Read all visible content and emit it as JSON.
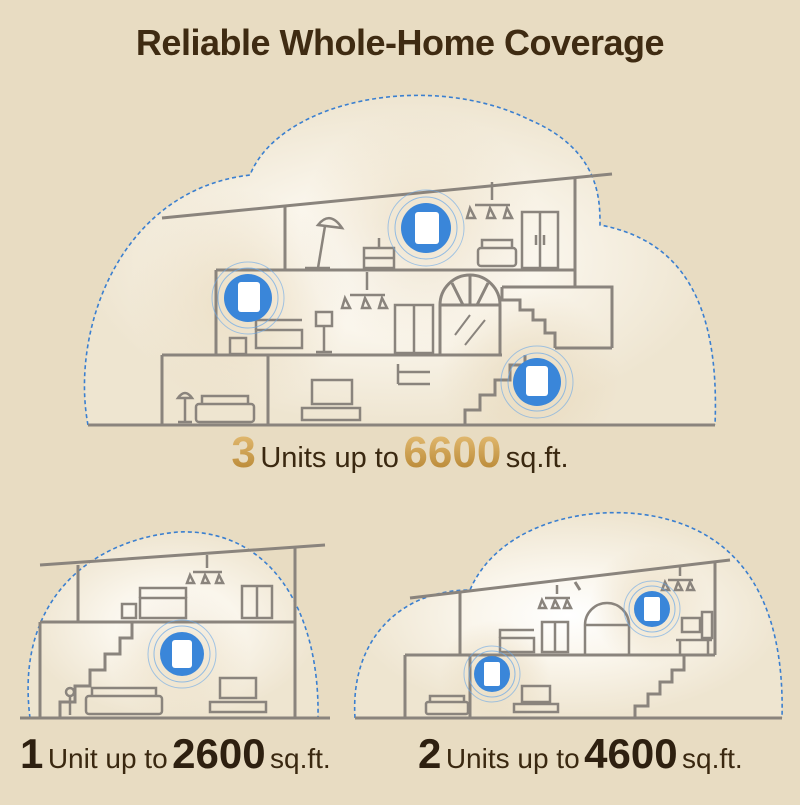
{
  "title": "Reliable Whole-Home Coverage",
  "scenes": {
    "three_units": {
      "count": "3",
      "mid": "Units up to",
      "area": "6600",
      "unit": "sq.ft."
    },
    "one_unit": {
      "count": "1",
      "mid": "Unit up to",
      "area": "2600",
      "unit": "sq.ft."
    },
    "two_units": {
      "count": "2",
      "mid": "Units up to",
      "area": "4600",
      "unit": "sq.ft."
    }
  },
  "colors": {
    "background": "#e8dcc2",
    "line": "#8a847d",
    "coverage_border": "#3a7fd0",
    "device_blue": "#3a86d9",
    "title": "#3f2b12"
  },
  "icons": [
    "wifi-extender-icon",
    "chandelier-icon",
    "floor-lamp-icon",
    "sofa-icon",
    "bed-icon",
    "tv-stand-icon",
    "wardrobe-icon",
    "window-icon",
    "staircase-icon",
    "desk-icon"
  ]
}
